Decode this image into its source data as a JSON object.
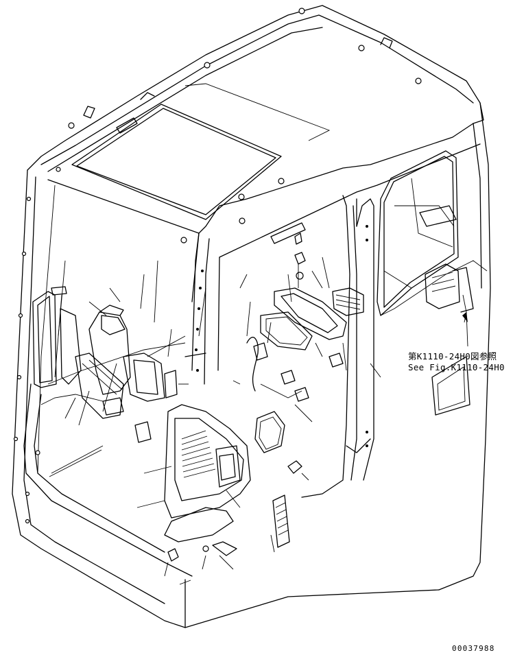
{
  "reference": {
    "jp": "第K1110-24H0図参照",
    "en": "See Fig.K1110-24H0"
  },
  "drawing_number": "00037988"
}
